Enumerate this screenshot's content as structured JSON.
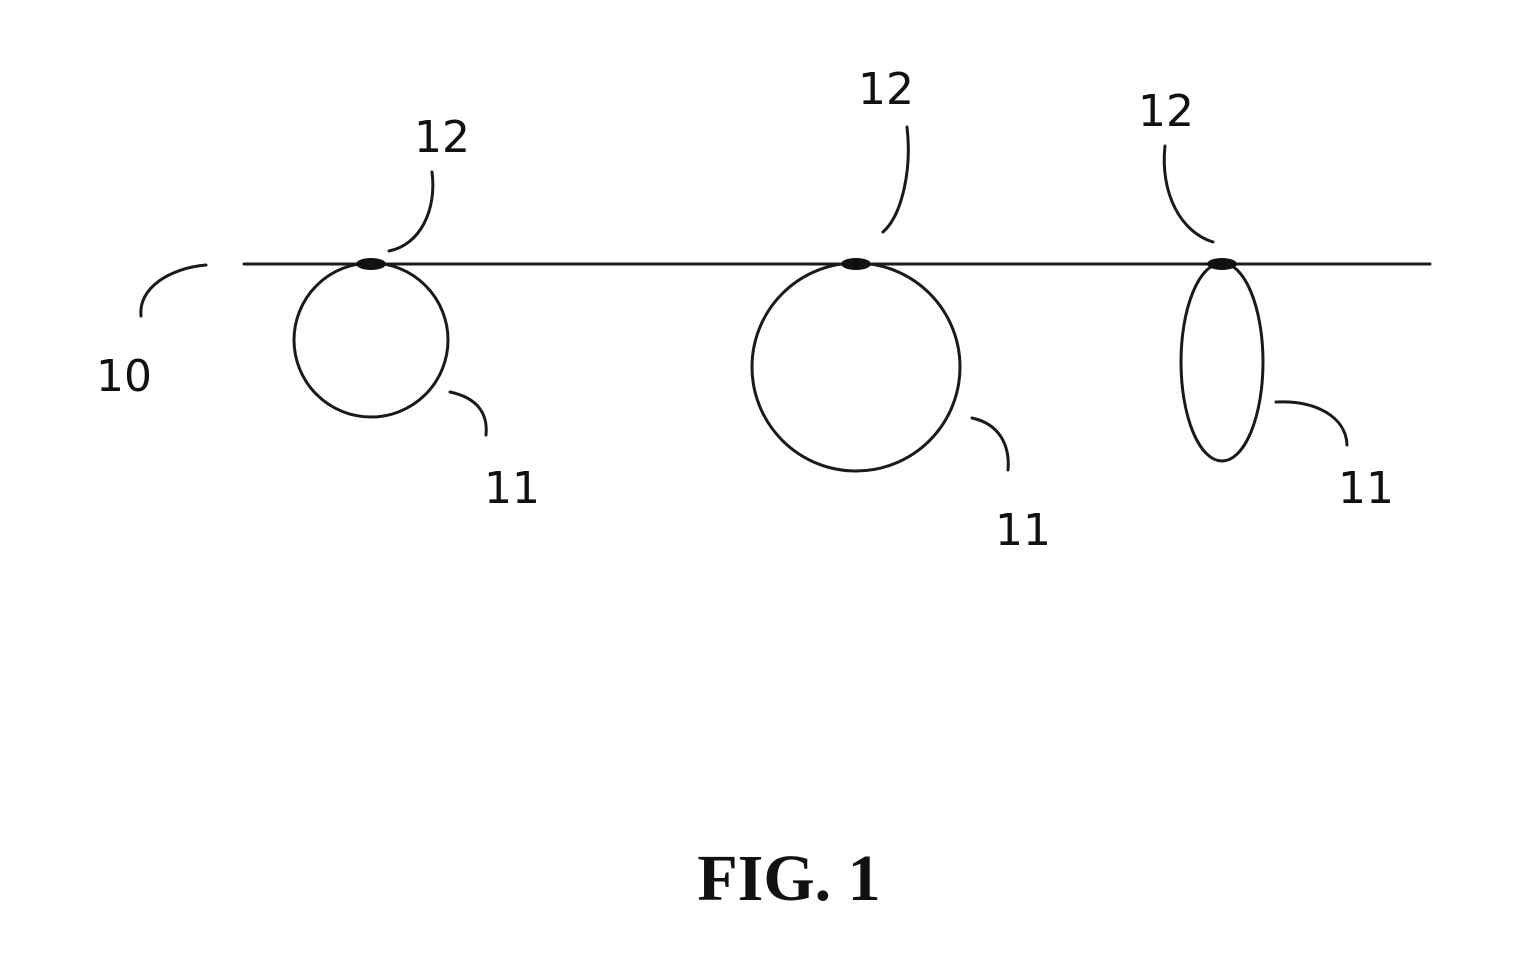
{
  "figure": {
    "caption": "FIG. 1",
    "labels": {
      "line": "10",
      "loop_left": "11",
      "loop_middle": "11",
      "loop_right": "11",
      "node_left": "12",
      "node_middle": "12",
      "node_right": "12"
    }
  },
  "colors": {
    "ink": "#111111",
    "background": "#ffffff"
  }
}
